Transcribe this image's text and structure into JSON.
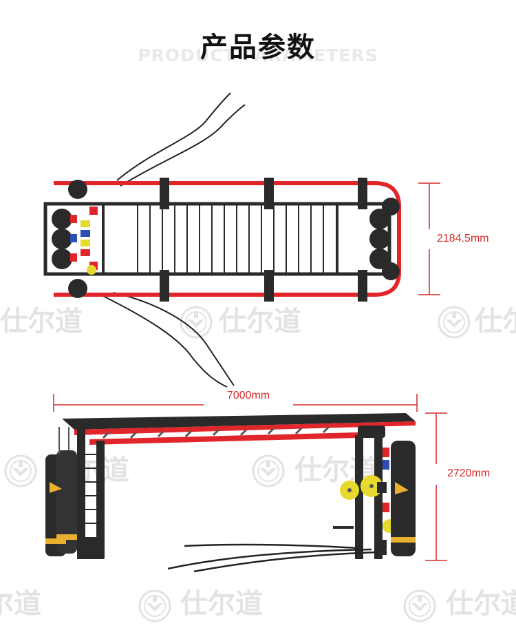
{
  "header": {
    "title": "产品参数",
    "subtitle": "PRODUCT PARAMETERS"
  },
  "dimensions": {
    "width_label": "2184.5mm",
    "length_label": "7000mm",
    "height_label": "2720mm"
  },
  "watermark": {
    "brand_text": "仕尔道"
  },
  "colors": {
    "accent_red": "#e0262a",
    "frame_black": "#2a2a2a",
    "dimension_red": "#d32a2a",
    "watermark_gray": "#e3e3e3",
    "plate_yellow": "#e8d92e"
  },
  "views": {
    "top_view": "top-view-illustration",
    "side_view": "side-view-illustration"
  }
}
